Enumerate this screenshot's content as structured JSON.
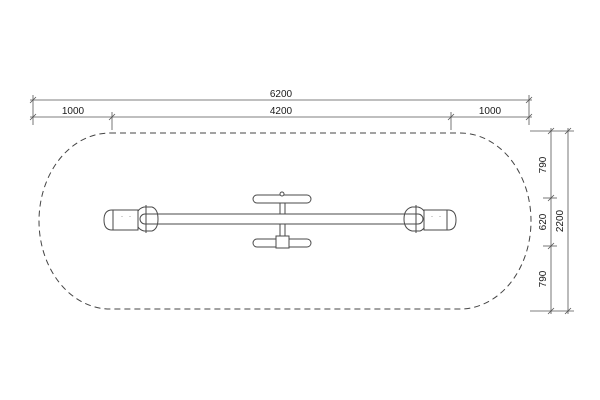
{
  "dimensions": {
    "overall_length": "6200",
    "left_clearance": "1000",
    "center_length": "4200",
    "right_clearance": "1000",
    "overall_width": "2200",
    "top_clearance": "790",
    "equipment_width": "620",
    "bottom_clearance": "790"
  },
  "colors": {
    "line": "#4a4a4a",
    "dimension": "#555555",
    "text": "#1a1a1a"
  }
}
